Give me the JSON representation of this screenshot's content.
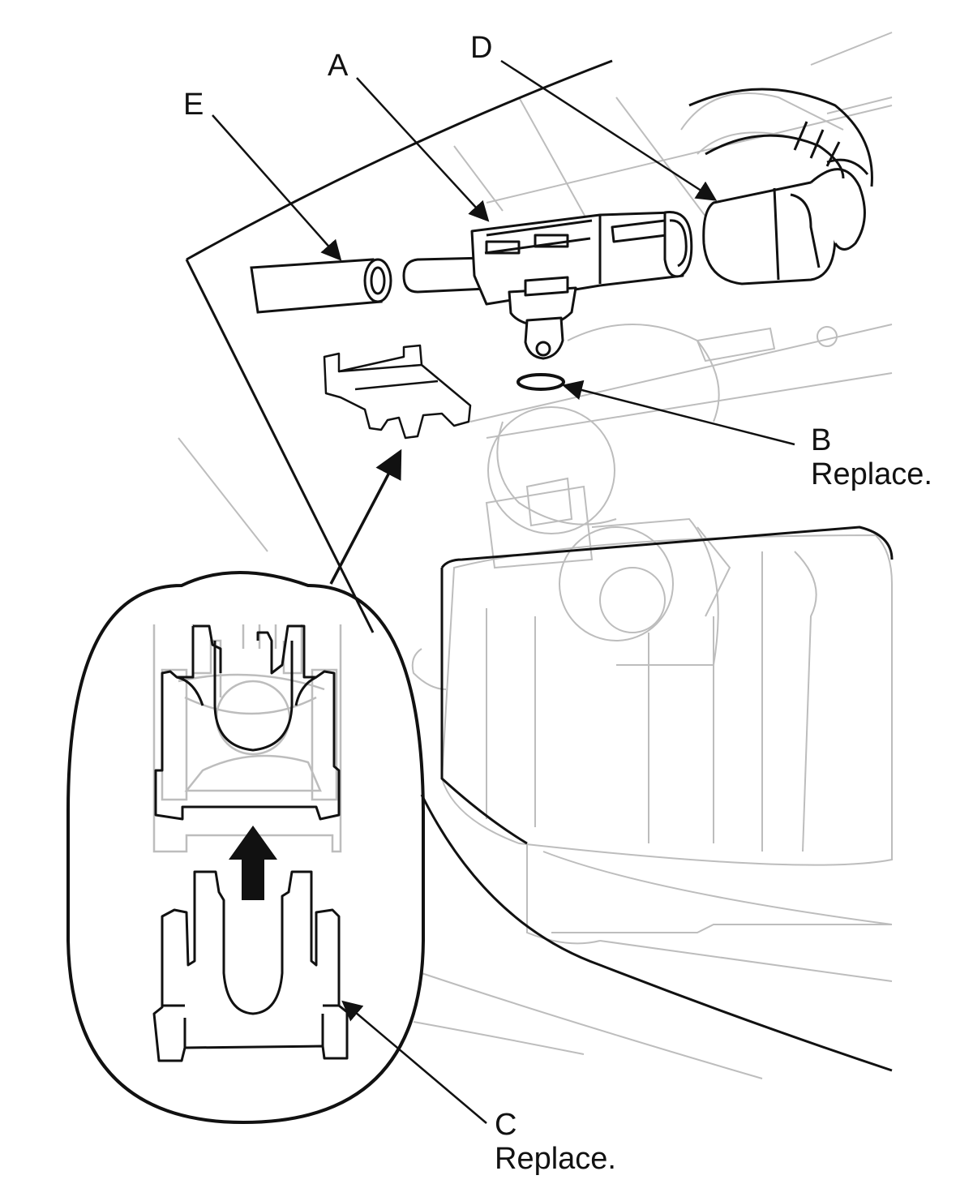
{
  "callouts": {
    "a": {
      "letter": "A"
    },
    "b": {
      "letter": "B",
      "note": "Replace."
    },
    "c": {
      "letter": "C",
      "note": "Replace."
    },
    "d": {
      "letter": "D"
    },
    "e": {
      "letter": "E"
    }
  },
  "colors": {
    "ink": "#111111",
    "faint": "#b8b8b8",
    "background": "#ffffff"
  }
}
